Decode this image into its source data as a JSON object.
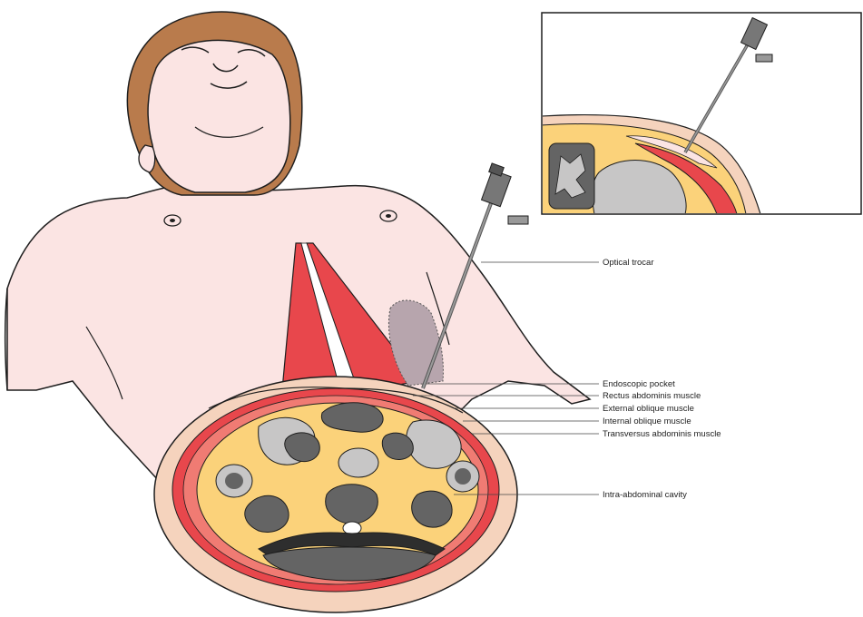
{
  "labels": {
    "optical_trocar": "Optical trocar",
    "endoscopic_pocket": "Endoscopic pocket",
    "rectus_abdominis": "Rectus abdominis muscle",
    "external_oblique": "External oblique muscle",
    "internal_oblique": "Internal oblique muscle",
    "transversus_abdominis": "Transversus abdominis muscle",
    "intra_abdominal_cavity": "Intra-abdominal cavity"
  },
  "colors": {
    "skin": "#fbe4e3",
    "hair": "#b97b4c",
    "muscle_red": "#e8474c",
    "fat_yellow": "#fbd27a",
    "section_beige": "#f5d3bd",
    "organ_gray": "#c7c6c6",
    "organ_dark": "#646464",
    "pocket": "#b7a5ad",
    "outline": "#1e1e1e"
  },
  "icons": {
    "trocar": "optical-trocar-icon",
    "inset": "cross-section-inset"
  }
}
